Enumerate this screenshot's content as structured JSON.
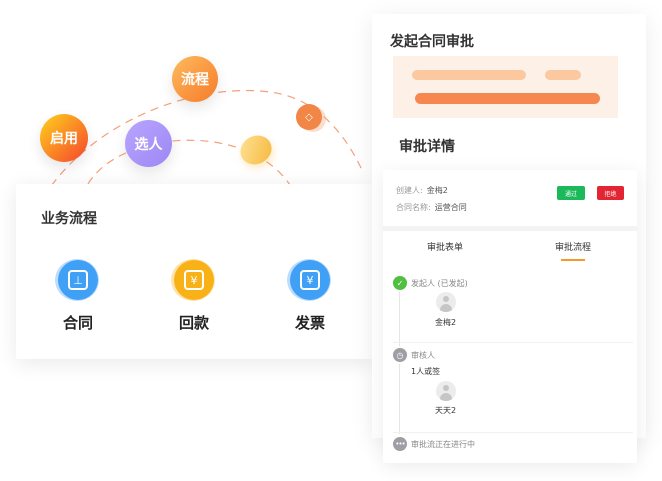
{
  "bubbles": {
    "liucheng": "流程",
    "qiyong": "启用",
    "xuanren": "选人"
  },
  "business_flow": {
    "title": "业务流程",
    "items": [
      {
        "label": "合同",
        "icon": "contract-stamp-icon",
        "color": "#3fa0f5"
      },
      {
        "label": "回款",
        "icon": "payment-yen-icon",
        "color": "#f8b318"
      },
      {
        "label": "发票",
        "icon": "invoice-ticket-icon",
        "color": "#3fa0f5"
      }
    ]
  },
  "approval": {
    "launch_title": "发起合同审批",
    "detail_title": "审批详情",
    "creator_label": "创建人:",
    "creator_value": "金梅2",
    "contract_label": "合同名称:",
    "contract_value": "运营合同",
    "pass_button": "通过",
    "reject_button": "拒绝",
    "tabs": [
      "审批表单",
      "审批流程"
    ],
    "active_tab": "审批流程",
    "steps": [
      {
        "label": "发起人 (已发起)",
        "person": "金梅2",
        "status": "done"
      },
      {
        "label": "审核人",
        "rule": "1人或签",
        "person": "天天2",
        "status": "pending"
      },
      {
        "label": "审批流正在进行中",
        "status": "in-progress"
      }
    ]
  },
  "colors": {
    "accent_orange": "#f6884f",
    "pass_green": "#1cb95b",
    "reject_red": "#e32533",
    "tab_underline": "#f29a2a"
  }
}
